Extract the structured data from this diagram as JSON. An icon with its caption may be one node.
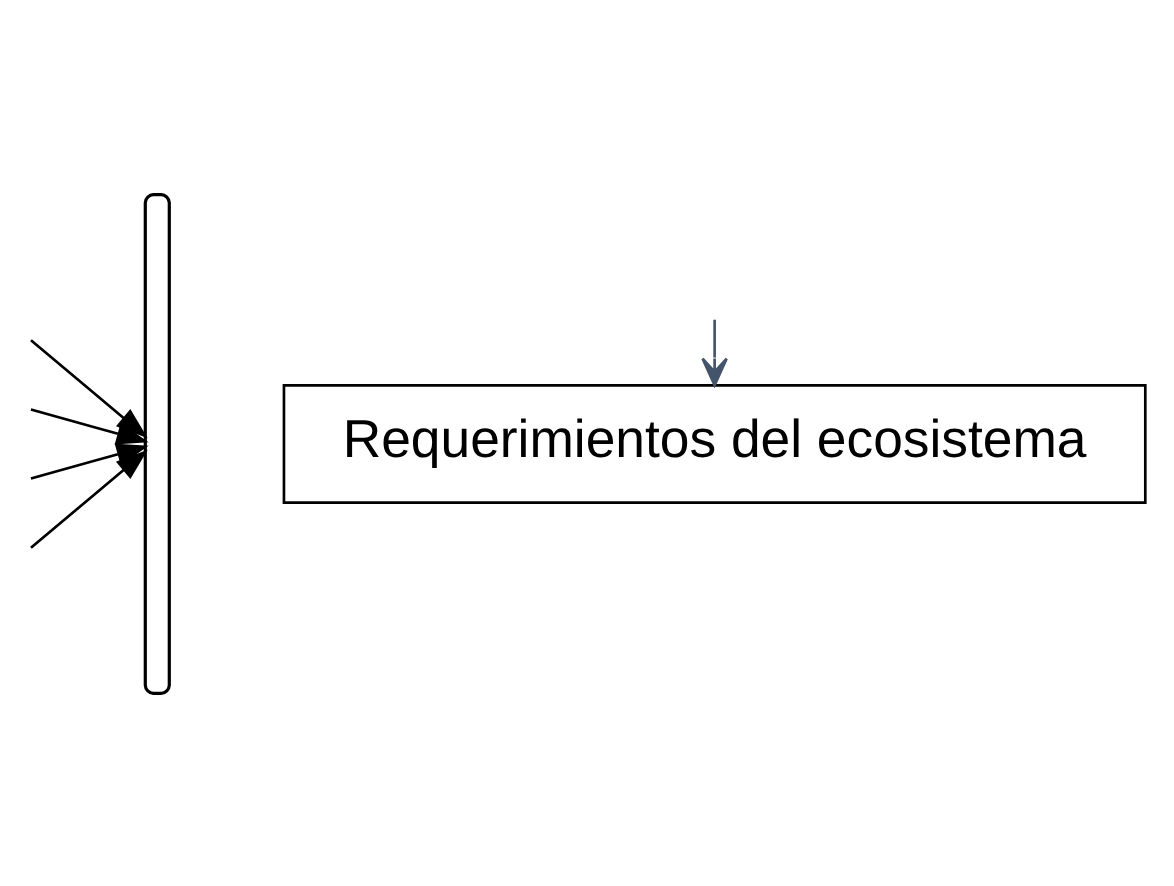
{
  "diagram": {
    "nodes": [
      {
        "text": [],
        "shape": "brace"
      },
      {
        "text": [
          "Requerimientos del ecosistema"
        ]
      }
    ],
    "edges": [
      {
        "from": null,
        "to": 0,
        "arrow": "to"
      },
      {
        "from": null,
        "to": 0,
        "arrow": "to"
      },
      {
        "from": null,
        "to": 0,
        "arrow": "to"
      },
      {
        "from": null,
        "to": 0,
        "arrow": "to"
      },
      {
        "from": null,
        "to": 1,
        "arrow": "to",
        "color": "#44546a"
      }
    ]
  }
}
